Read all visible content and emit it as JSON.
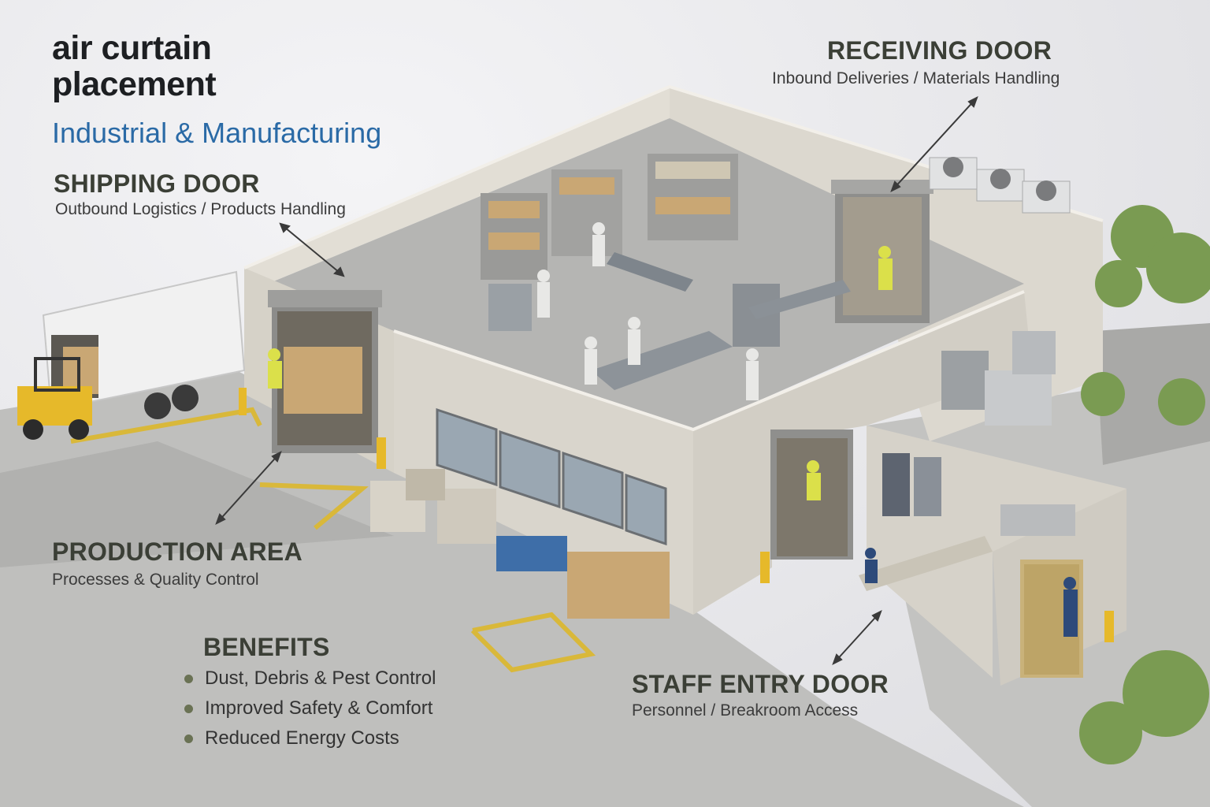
{
  "title": "air curtain placement",
  "subtitle": "Industrial & Manufacturing",
  "colors": {
    "title": "#1d1f22",
    "subtitle": "#2a6aa6",
    "heading": "#3b3f36",
    "wall": "#d9d5cc",
    "floor": "#b9b9b7",
    "safety_yellow": "#e6b92a"
  },
  "callouts": {
    "shipping": {
      "heading": "SHIPPING DOOR",
      "description": "Outbound Logistics / Products Handling"
    },
    "receiving": {
      "heading": "RECEIVING DOOR",
      "description": "Inbound Deliveries / Materials Handling"
    },
    "production": {
      "heading": "PRODUCTION AREA",
      "description": "Processes & Quality Control"
    },
    "staff": {
      "heading": "STAFF ENTRY DOOR",
      "description": "Personnel / Breakroom Access"
    }
  },
  "benefits": {
    "heading": "BENEFITS",
    "items": [
      "Dust, Debris & Pest Control",
      "Improved Safety & Comfort",
      "Reduced Energy Costs"
    ]
  }
}
